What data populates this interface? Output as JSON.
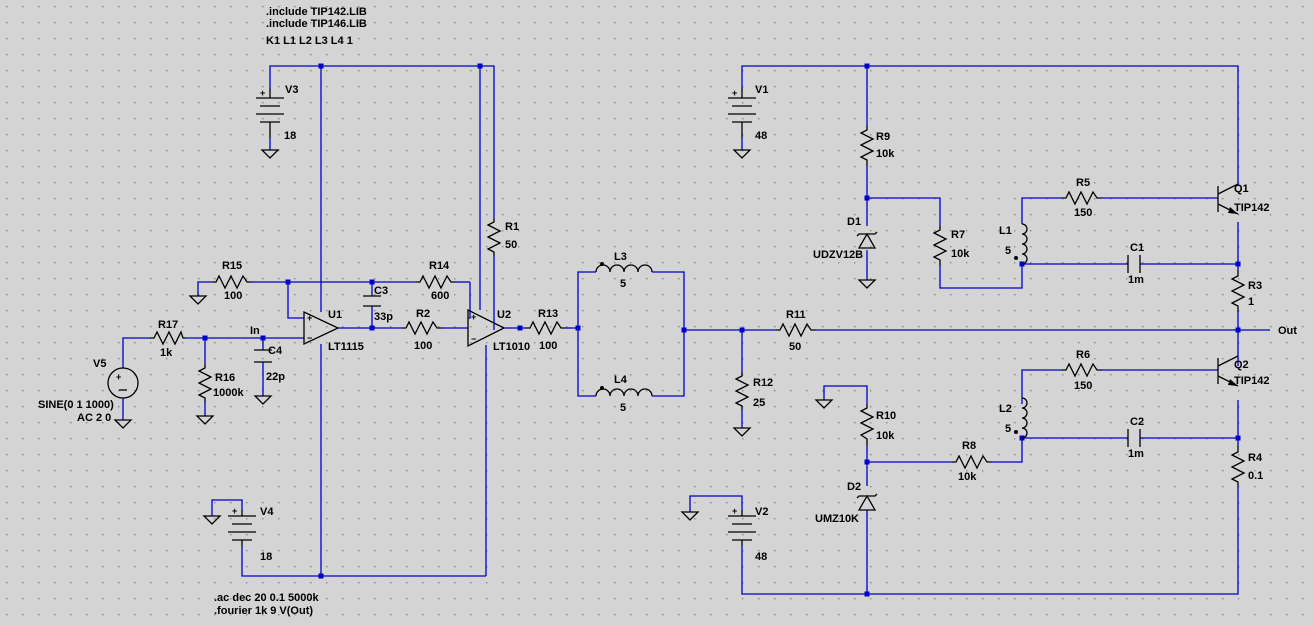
{
  "directives": {
    "include1": ".include TIP142.LIB",
    "include2": ".include TIP146.LIB",
    "coupling": "K1 L1 L2 L3 L4 1",
    "ac": ".ac dec 20 0.1 5000k",
    "fourier": ".fourier 1k 9 V(Out)"
  },
  "components": {
    "V3": {
      "name": "V3",
      "value": "18"
    },
    "V4": {
      "name": "V4",
      "value": "18"
    },
    "V5": {
      "name": "V5",
      "value1": "SINE(0 1 1000)",
      "value2": "AC 2 0"
    },
    "V1": {
      "name": "V1",
      "value": "48"
    },
    "V2": {
      "name": "V2",
      "value": "48"
    },
    "R1": {
      "name": "R1",
      "value": "50"
    },
    "R2": {
      "name": "R2",
      "value": "100"
    },
    "R3": {
      "name": "R3",
      "value": "1"
    },
    "R4": {
      "name": "R4",
      "value": "0.1"
    },
    "R5": {
      "name": "R5",
      "value": "150"
    },
    "R6": {
      "name": "R6",
      "value": "150"
    },
    "R7": {
      "name": "R7",
      "value": "10k"
    },
    "R8": {
      "name": "R8",
      "value": "10k"
    },
    "R9": {
      "name": "R9",
      "value": "10k"
    },
    "R10": {
      "name": "R10",
      "value": "10k"
    },
    "R11": {
      "name": "R11",
      "value": "50"
    },
    "R12": {
      "name": "R12",
      "value": "25"
    },
    "R13": {
      "name": "R13",
      "value": "100"
    },
    "R14": {
      "name": "R14",
      "value": "600"
    },
    "R15": {
      "name": "R15",
      "value": "100"
    },
    "R16": {
      "name": "R16",
      "value": "1000k"
    },
    "R17": {
      "name": "R17",
      "value": "1k"
    },
    "C1": {
      "name": "C1",
      "value": "1m"
    },
    "C2": {
      "name": "C2",
      "value": "1m"
    },
    "C3": {
      "name": "C3",
      "value": "33p"
    },
    "C4": {
      "name": "C4",
      "value": "22p"
    },
    "L1": {
      "name": "L1",
      "value": "5"
    },
    "L2": {
      "name": "L2",
      "value": "5"
    },
    "L3": {
      "name": "L3",
      "value": "5"
    },
    "L4": {
      "name": "L4",
      "value": "5"
    },
    "D1": {
      "name": "D1",
      "value": "UDZV12B"
    },
    "D2": {
      "name": "D2",
      "value": "UMZ10K"
    },
    "Q1": {
      "name": "Q1",
      "value": "TIP142"
    },
    "Q2": {
      "name": "Q2",
      "value": "TIP142"
    },
    "U1": {
      "name": "U1",
      "value": "LT1115"
    },
    "U2": {
      "name": "U2",
      "value": "LT1010"
    }
  },
  "net_labels": {
    "in": "In",
    "out": "Out"
  },
  "colors": {
    "background": "#d4d4d4",
    "grid_dot": "#8a8a8a",
    "wire": "#0000cc",
    "component": "#000000"
  }
}
